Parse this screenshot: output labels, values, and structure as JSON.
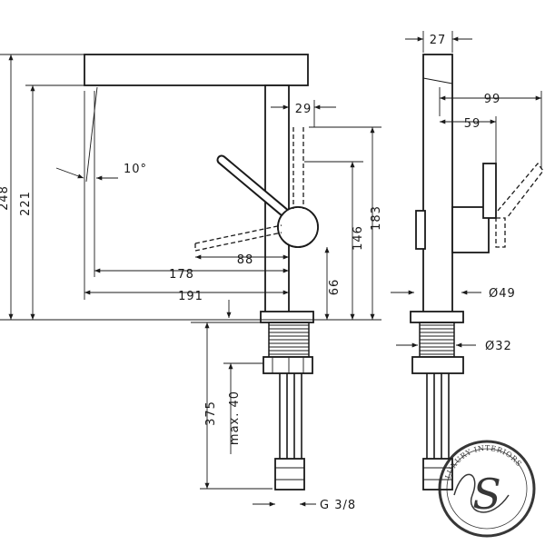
{
  "dimensions": {
    "front": {
      "total_height": "248",
      "spout_height": "221",
      "spout_angle": "10°",
      "spout_reach_inner": "178",
      "spout_reach_outer": "191",
      "lever_reach": "88",
      "handle_offset": "29",
      "handle_height": "146",
      "body_height": "183",
      "base_to_lever": "66",
      "shank_length": "375",
      "max_deck_thickness": "max. 40",
      "thread": "G 3/8"
    },
    "side": {
      "top_width": "27",
      "lever_reach_long": "99",
      "lever_reach_short": "59",
      "base_diameter": "Ø49",
      "shank_diameter": "Ø32"
    }
  },
  "watermark": {
    "text": "LUXURY INTERIORS",
    "monogram": "S"
  }
}
